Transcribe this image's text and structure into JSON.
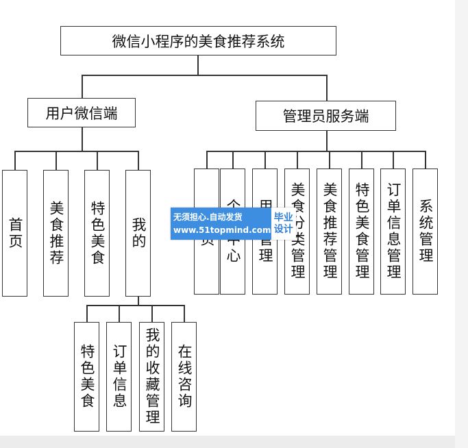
{
  "diagram": {
    "root": "微信小程序的美食推荐系统",
    "user_side": {
      "label": "用户微信端",
      "children": [
        "首页",
        "美食推荐",
        "特色美食",
        "我的"
      ],
      "my_children": [
        "特色美食",
        "订单信息",
        "我的收藏管理",
        "在线咨询"
      ]
    },
    "admin_side": {
      "label": "管理员服务端",
      "children": [
        "首页",
        "个人中心",
        "用户管理",
        "美食分类管理",
        "美食推荐管理",
        "特色美食管理",
        "订单信息管理",
        "系统管理"
      ]
    }
  },
  "watermark": {
    "line1": "无须担心.自动发货",
    "line2": "www.51topmind.com",
    "badge1": "毕业",
    "badge2": "设计"
  },
  "colors": {
    "line": "#333333",
    "watermark_blue": "#3d8ee0"
  }
}
